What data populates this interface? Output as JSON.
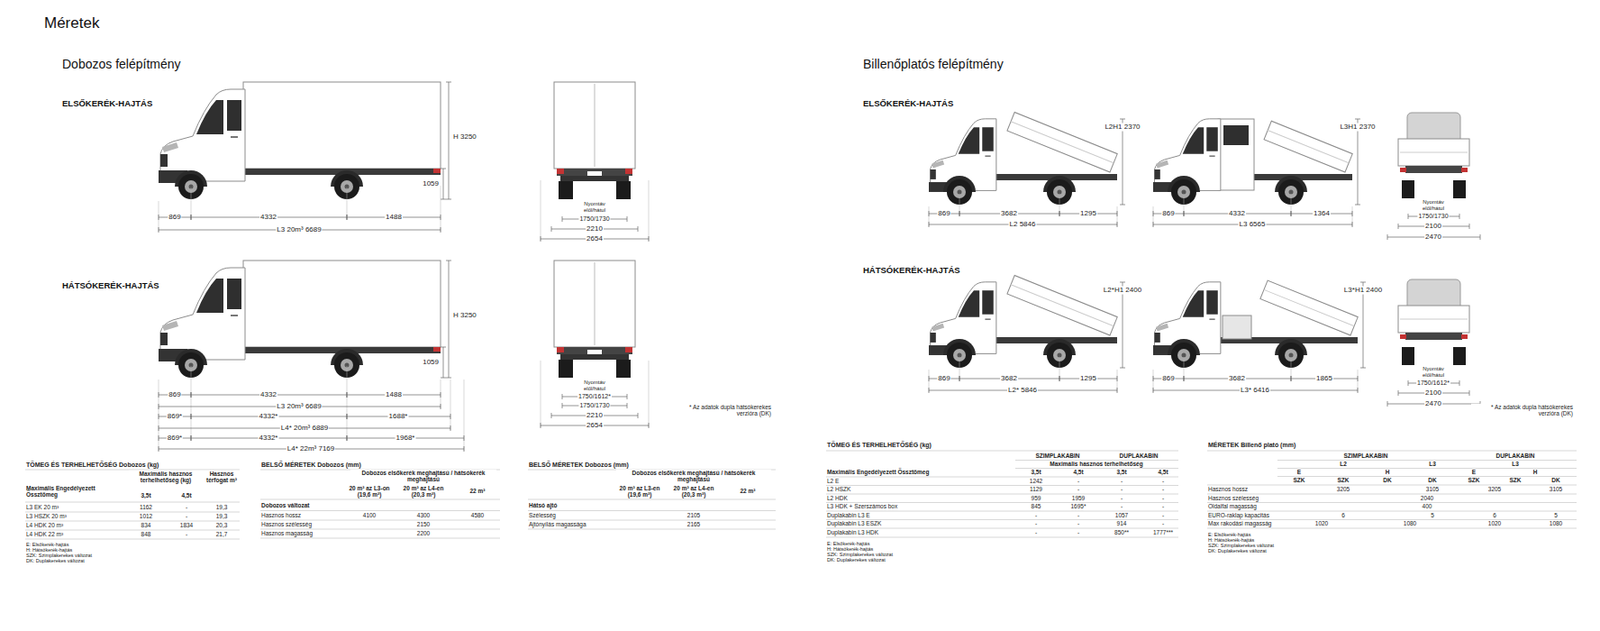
{
  "diagram": {
    "title": "Méretek",
    "labels": [
      "Dobozos felépítmény",
      "ELSŐKERÉK-HAJTÁS",
      "H 3250",
      "1059",
      "869",
      "4332",
      "1488",
      "L3 20m³ 6689",
      "Nyomtáv elől/hátul",
      "1750/1730",
      "2210",
      "2654",
      "HÁTSÓKERÉK-HAJTÁS",
      "H 3250",
      "1059",
      "869",
      "4332",
      "1488",
      "L3 20m³ 6689",
      "869*",
      "4332*",
      "1688*",
      "L4* 20m³ 6889",
      "869*",
      "4332*",
      "1968*",
      "L4* 22m³ 7169",
      "Nyomtáv elől/hátul",
      "1750/1612*",
      "1750/1730",
      "2210",
      "2654",
      "* Az adatok dupla hátsókerekes verzióra (DK)",
      "TÖMEG ÉS TERHELHETŐSÉG Dobozos (kg)",
      "Maximális hasznos terhelhetőség (kg)",
      "Hasznos térfogat m³",
      "Maximális Engedélyezett Össztömeg",
      "3,5t",
      "4,5t",
      "L3 EK 20 m³",
      "1162",
      "-",
      "19,3",
      "L3 HSZK 20 m³",
      "1012",
      "-",
      "19,3",
      "L4 HDK 20 m³",
      "834",
      "1834",
      "20,3",
      "L4 HDK 22 m³",
      "848",
      "-",
      "21,7",
      "E: Elsőkerék-hajtás",
      "H: Hátsókerék-hajtás",
      "SZK: Szimplakerekes változat",
      "DK: Duplakerekes változat",
      "BELSŐ MÉRETEK Dobozos (mm)",
      "Dobozos elsőkerék meghajtású / hátsókerék meghajtású",
      "20 m³ az L3-on (19,6 m³)",
      "20 m³ az L4-en (20,3 m³)",
      "22 m³",
      "Dobozos változat",
      "Hasznos hossz",
      "4100",
      "4300",
      "4580",
      "Hasznos szélesség",
      "2150",
      "Hasznos magasság",
      "2200",
      "BELSŐ MÉRETEK Dobozos (mm)",
      "Dobozos elsőkerék meghajtású / hátsókerék meghajtású",
      "20 m³ az L3-en (19,6 m³)",
      "20 m³ az L4-en (20,3 m³)",
      "22 m³",
      "Hátsó ajtó",
      "Szélesség",
      "2105",
      "Ajtónyílás magassága",
      "2165",
      "Billenőplatós felépítmény",
      "ELSŐKERÉK-HAJTÁS",
      "L2H1 2370",
      "869",
      "3682",
      "1295",
      "L2 5846",
      "L3H1 2370",
      "869",
      "4332",
      "1364",
      "L3 6565",
      "Nyomtáv elől/hátul",
      "1750/1730",
      "2100",
      "2470",
      "HÁTSÓKERÉK-HAJTÁS",
      "L2*H1 2400",
      "869",
      "3682",
      "1295",
      "L2* 5846",
      "L3*H1 2400",
      "869",
      "3682",
      "1865",
      "L3* 6416",
      "Nyomtáv elől/hátul",
      "1750/1612*",
      "2100",
      "2470",
      "* Az adatok dupla hátsókerekes verzióra (DK)",
      "TÖMEG ÉS TERHELHETŐSÉG (kg)",
      "SZIMPLAKABIN",
      "DUPLAKABIN",
      "Maximális hasznos terhelhetőség",
      "Maximális Engedélyezett Össztömeg",
      "3,5t",
      "4,5t",
      "3,5t",
      "4,5t",
      "L2 E",
      "1242",
      "-",
      "-",
      "-",
      "L2 HSZK",
      "1129",
      "-",
      "-",
      "-",
      "L2 HDK",
      "959",
      "1959",
      "-",
      "-",
      "L3 HDK + Szerszámos box",
      "845",
      "1695*",
      "-",
      "-",
      "Duplakabin L3 E",
      "-",
      "-",
      "1057",
      "-",
      "Duplakabin L3 ESZK",
      "-",
      "-",
      "914",
      "-",
      "Duplakabin L3 HDK",
      "-",
      "-",
      "850**",
      "1777***",
      "E: Elsőkerék-hajtás",
      "H: Hátsókerék-hajtás",
      "SZK: Szimplakerekes változat",
      "DK: Duplakerekes változat",
      "MÉRETEK Billenő plató (mm)",
      "SZIMPLAKABIN",
      "DUPLAKABIN",
      "L2",
      "L3",
      "L3",
      "E",
      "H",
      "E",
      "H",
      "SZK",
      "SZK",
      "DK",
      "DK",
      "SZK",
      "SZK",
      "DK",
      "Hasznos hossz",
      "3205",
      "3105",
      "3205",
      "3105",
      "Hasznos szélesség",
      "2040",
      "Oldalfal magasság",
      "400",
      "EURO-raklap kapacitás",
      "6",
      "5",
      "6",
      "5",
      "Max rakodási magasság",
      "1020",
      "1080",
      "1020",
      "1080",
      "E: Elsőkerék-hajtás",
      "H: Hátsókerék-hajtás",
      "SZK: Szimplakerekes változat",
      "DK: Duplakerekes változat"
    ]
  }
}
